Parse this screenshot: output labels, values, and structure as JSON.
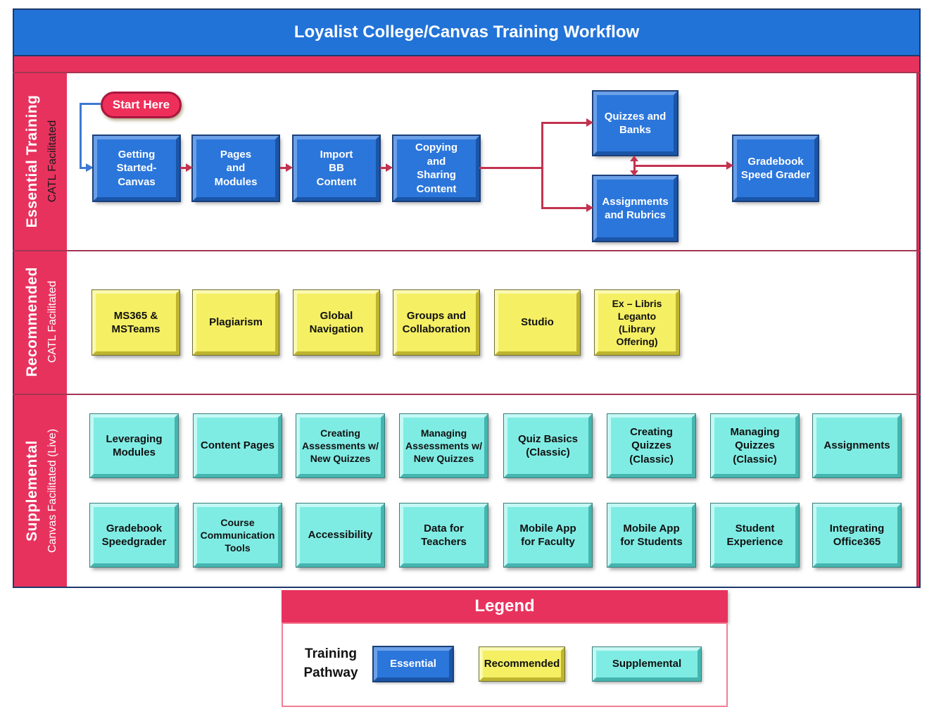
{
  "title": "Loyalist College/Canvas Training Workflow",
  "colors": {
    "title_bar": "#2273d8",
    "band": "#e8325e",
    "essential_box": "#2b76db",
    "recommended_box": "#f5ef63",
    "supplemental_box": "#7fece4",
    "connector": "#c23350",
    "start_connector": "#3e79d2"
  },
  "sections": {
    "essential": {
      "band": "Essential Training",
      "facilitator": "CATL Facilitated",
      "start_label": "Start Here",
      "boxes": [
        "Getting Started-\nCanvas",
        "Pages\nand\nModules",
        "Import\nBB\nContent",
        "Copying\nand\nSharing\nContent",
        "Quizzes and\nBanks",
        "Assignments\nand Rubrics",
        "Gradebook\nSpeed Grader"
      ]
    },
    "recommended": {
      "band": "Recommended",
      "facilitator": "CATL Facilitated",
      "boxes": [
        "MS365 &\nMSTeams",
        "Plagiarism",
        "Global\nNavigation",
        "Groups and\nCollaboration",
        "Studio",
        "Ex – Libris\nLeganto\n(Library\nOffering)"
      ]
    },
    "supplemental": {
      "band": "Supplemental",
      "facilitator": "Canvas Facilitated (Live)",
      "row1": [
        "Leveraging\nModules",
        "Content Pages",
        "Creating\nAssessments w/\nNew Quizzes",
        "Managing\nAssessments w/\nNew Quizzes",
        "Quiz Basics\n(Classic)",
        "Creating\nQuizzes\n(Classic)",
        "Managing\nQuizzes\n(Classic)",
        "Assignments"
      ],
      "row2": [
        "Gradebook\nSpeedgrader",
        "Course\nCommunication\nTools",
        "Accessibility",
        "Data for\nTeachers",
        "Mobile App\nfor Faculty",
        "Mobile App\nfor Students",
        "Student\nExperience",
        "Integrating\nOffice365"
      ]
    }
  },
  "legend": {
    "title": "Legend",
    "pathway_label": "Training\nPathway",
    "items": [
      {
        "label": "Essential",
        "color": "#2b76db"
      },
      {
        "label": "Recommended",
        "color": "#f5ef63"
      },
      {
        "label": "Supplemental",
        "color": "#7fece4"
      }
    ]
  }
}
